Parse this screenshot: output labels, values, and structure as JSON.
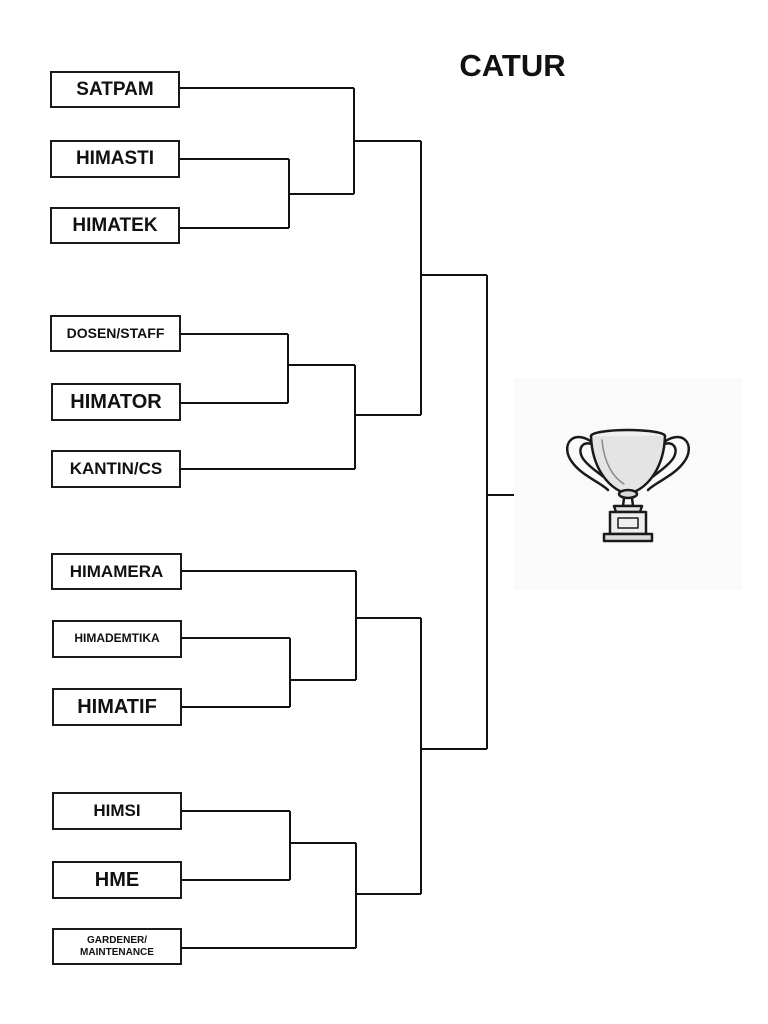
{
  "title": "CATUR",
  "teams": [
    {
      "id": "satpam",
      "label": "SATPAM"
    },
    {
      "id": "himasti",
      "label": "HIMASTI"
    },
    {
      "id": "himatek",
      "label": "HIMATEK"
    },
    {
      "id": "dosen-staff",
      "label": "DOSEN/STAFF"
    },
    {
      "id": "himator",
      "label": "HIMATOR"
    },
    {
      "id": "kantin-cs",
      "label": "KANTIN/CS"
    },
    {
      "id": "himamera",
      "label": "HIMAMERA"
    },
    {
      "id": "himademtika",
      "label": "HIMADEMTIKA"
    },
    {
      "id": "himatif",
      "label": "HIMATIF"
    },
    {
      "id": "himsi",
      "label": "HIMSI"
    },
    {
      "id": "hme",
      "label": "HME"
    },
    {
      "id": "gardener",
      "label": "GARDENER/ MAINTENANCE"
    }
  ],
  "trophy_icon": "trophy-icon"
}
